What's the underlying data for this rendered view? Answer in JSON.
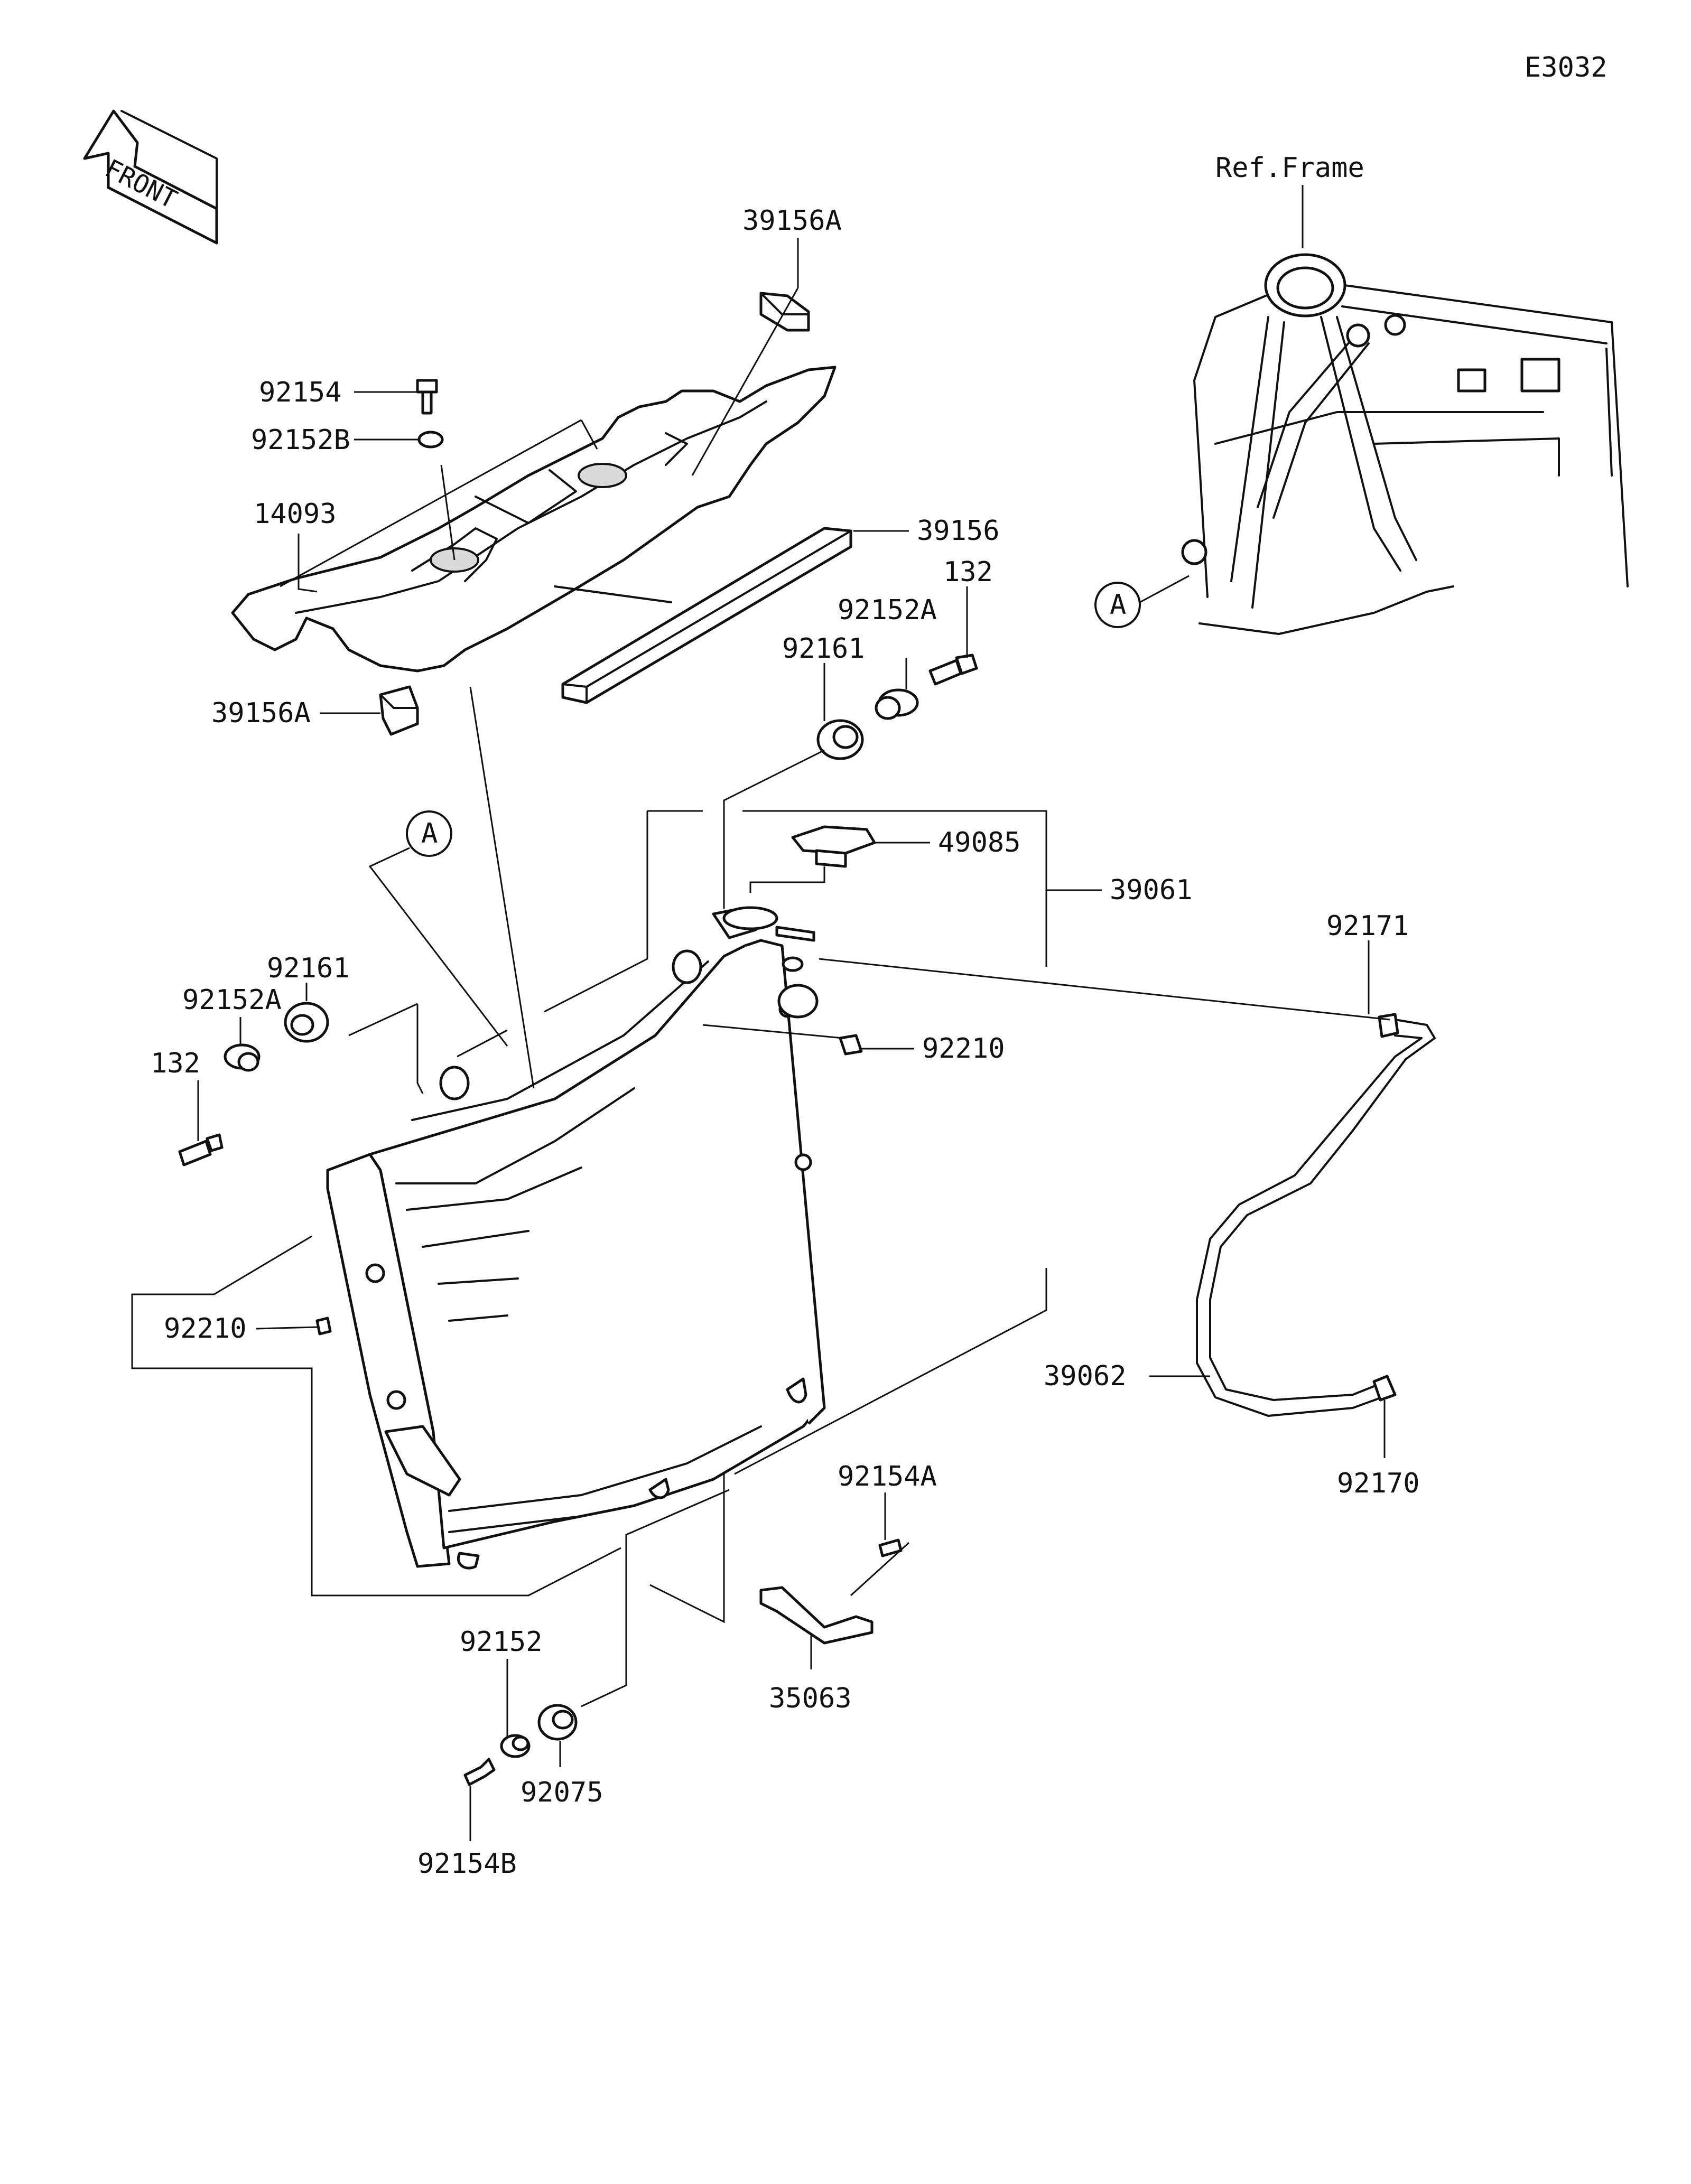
{
  "diagram_id": "E3032",
  "front_label": "FRONT",
  "ref_frame_label": "Ref.Frame",
  "callout_a": "A",
  "parts": {
    "p39156A_top": "39156A",
    "p92154": "92154",
    "p92152B": "92152B",
    "p14093": "14093",
    "p39156": "39156",
    "p132_right": "132",
    "p92152A_right": "92152A",
    "p92161_right": "92161",
    "p39156A_bottom": "39156A",
    "p49085": "49085",
    "p39061": "39061",
    "p92171": "92171",
    "p92161_left": "92161",
    "p92152A_left": "92152A",
    "p132_left": "132",
    "p92210_right": "92210",
    "p92210_left": "92210",
    "p39062": "39062",
    "p92170": "92170",
    "p92154A": "92154A",
    "p35063": "35063",
    "p92152": "92152",
    "p92075": "92075",
    "p92154B": "92154B"
  }
}
